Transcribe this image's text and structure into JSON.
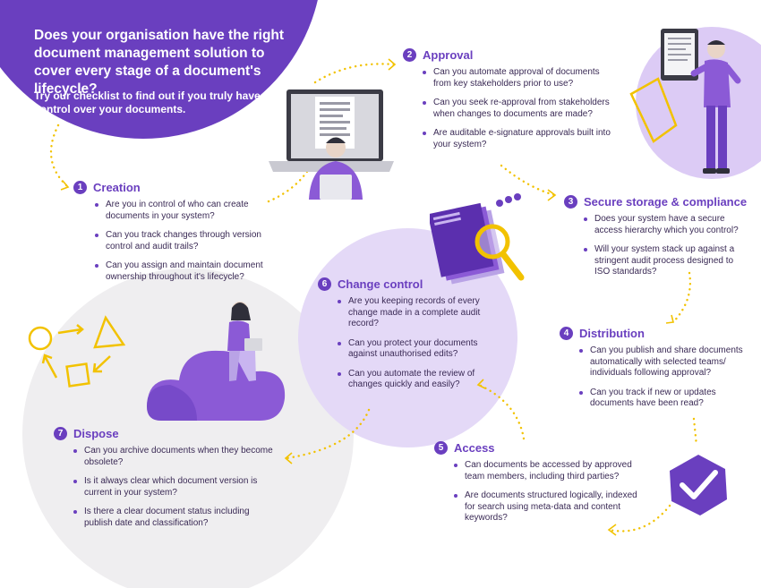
{
  "intro": {
    "title": "Does your organisation have the right document management solution to cover every stage of a document's lifecycle?",
    "subtitle": "Try our checklist to find out if you truly have control over your documents."
  },
  "colors": {
    "accent": "#6a3fbf",
    "connector": "#f2c200",
    "light_purple": "#e4d9f7",
    "light_grey": "#efeef0"
  },
  "sections": {
    "creation": {
      "number": "1",
      "title": "Creation",
      "items": [
        "Are you in control of who can create documents in your system?",
        "Can you track changes through version control and audit trails?",
        "Can you assign and maintain document ownership throughout it's lifecycle?"
      ]
    },
    "approval": {
      "number": "2",
      "title": "Approval",
      "items": [
        "Can you automate approval of documents from key stakeholders prior to use?",
        "Can you seek re-approval from stakeholders when changes to documents are made?",
        "Are auditable e-signature approvals built into your system?"
      ]
    },
    "secure": {
      "number": "3",
      "title": "Secure storage & compliance",
      "items": [
        "Does your system have a secure access hierarchy which you control?",
        "Will your system stack up against a stringent audit process designed to ISO standards?"
      ]
    },
    "distribution": {
      "number": "4",
      "title": "Distribution",
      "items": [
        "Can you publish and share documents automatically with selected teams/ individuals following approval?",
        "Can you track if new or updates documents have been read?"
      ]
    },
    "access": {
      "number": "5",
      "title": "Access",
      "items": [
        "Can documents be accessed by approved team members, including third parties?",
        "Are documents structured logically, indexed for search using meta-data and content keywords?"
      ]
    },
    "change": {
      "number": "6",
      "title": "Change control",
      "items": [
        "Are you keeping records of every change made in a complete audit record?",
        "Can you protect your documents against unauthorised edits?",
        "Can you automate the review of changes quickly and easily?"
      ]
    },
    "dispose": {
      "number": "7",
      "title": "Dispose",
      "items": [
        "Can you archive documents when they become obsolete?",
        "Is it always clear which document version is current in your system?",
        "Is there a clear document status including publish date and classification?"
      ]
    }
  },
  "icons": {
    "laptop": "laptop-document-icon",
    "tablet": "person-tablet-icon",
    "magnifier": "magnifier-files-icon",
    "cloud": "person-cloud-icon",
    "shapes": "recycle-shapes-icon",
    "check": "check-badge-icon"
  }
}
